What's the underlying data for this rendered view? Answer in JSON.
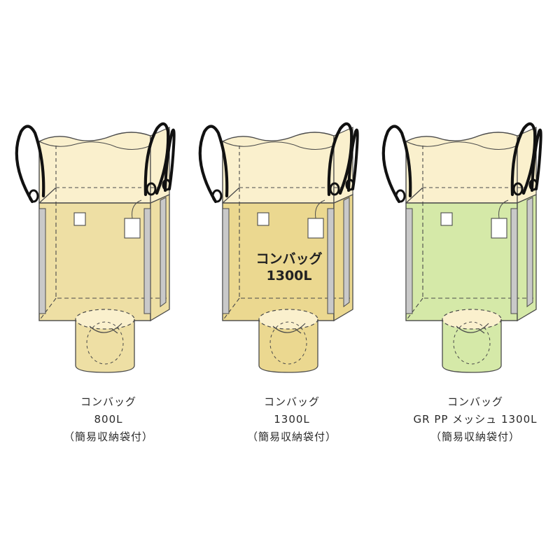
{
  "bags": [
    {
      "fill": "#eedfa4",
      "top_fill": "#faf0cd",
      "lines": [
        "コンバッグ",
        "800L",
        "（簡易収納袋付）"
      ],
      "overlay": []
    },
    {
      "fill": "#ebd890",
      "top_fill": "#faf0cd",
      "lines": [
        "コンバッグ",
        "1300L",
        "（簡易収納袋付）"
      ],
      "overlay": [
        "コンバッグ",
        "1300L"
      ]
    },
    {
      "fill": "#d5e9a8",
      "top_fill": "#faf0cd",
      "lines": [
        "コンバッグ",
        "GR PP メッシュ 1300L",
        "（簡易収納袋付）"
      ],
      "overlay": []
    }
  ]
}
